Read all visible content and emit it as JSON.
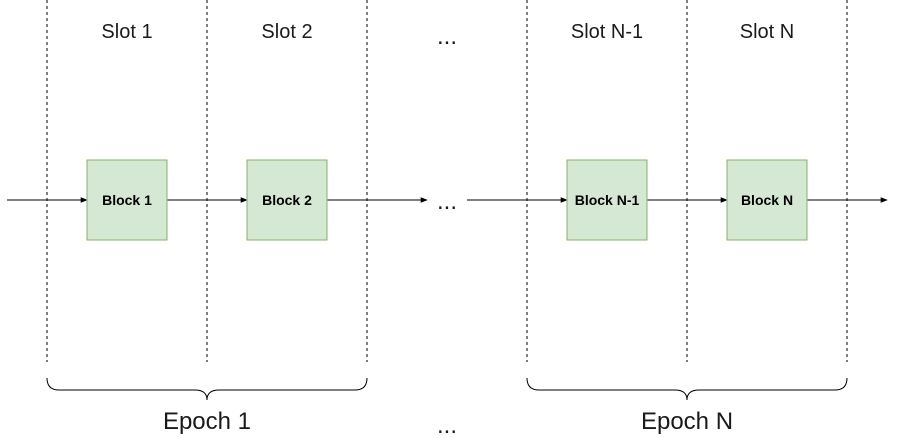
{
  "slots": [
    {
      "label": "Slot 1"
    },
    {
      "label": "Slot 2"
    },
    {
      "label": "Slot N-1"
    },
    {
      "label": "Slot N"
    }
  ],
  "blocks": [
    {
      "label": "Block 1"
    },
    {
      "label": "Block 2"
    },
    {
      "label": "Block N-1"
    },
    {
      "label": "Block N"
    }
  ],
  "ellipsis": {
    "slots": "...",
    "chain": "...",
    "epochs": "..."
  },
  "epochs": [
    {
      "label": "Epoch 1"
    },
    {
      "label": "Epoch N"
    }
  ],
  "colors": {
    "block_fill": "#d5e8d4",
    "block_stroke": "#82b366",
    "line": "#000000"
  }
}
